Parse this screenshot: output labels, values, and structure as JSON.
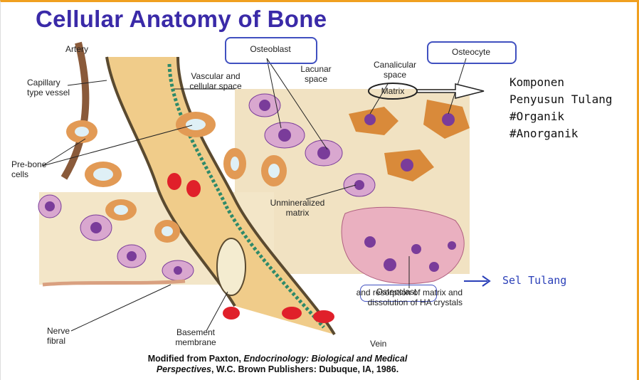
{
  "title": "Cellular Anatomy of Bone",
  "labels": {
    "artery": "Artery",
    "capillary": "Capillary type vessel",
    "vascular_space": "Vascular and cellular space",
    "osteoblast": "Osteoblast",
    "lacunar": "Lacunar space",
    "canalicular": "Canalicular space",
    "osteocyte": "Osteocyte",
    "matrix": "Matrix",
    "pre_bone": "Pre-bone cells",
    "unmineralized": "Unmineralized matrix",
    "osteoclast": "Osteoclast",
    "osteoclast_rest": "and resorption of matrix and dissolution of HA crystals",
    "nerve": "Nerve fibral",
    "basement": "Basement membrane",
    "vein": "Vein"
  },
  "annotations": {
    "komponen_1": "Komponen",
    "komponen_2": "Penyusun Tulang",
    "komponen_3": "#Organik",
    "komponen_4": "#Anorganik",
    "sel_tulang": "Sel Tulang"
  },
  "caption": {
    "line1_a": "Modified from Paxton, ",
    "line1_b": "Endocrinology: Biological and Medical",
    "line2_a": "Perspectives",
    "line2_b": ", W.C. Brown Publishers: Dubuque, IA, 1986."
  },
  "colors": {
    "title": "#3a2aa8",
    "vessel_fill": "#f0cc8a",
    "bone_matrix": "#f1e2c2",
    "osteoblast_cell": "#d9a7cf",
    "nucleus": "#7a3c9a",
    "osteocyte": "#d98a3a",
    "red_cell": "#e0202a",
    "pen_blue": "#2a3fb8"
  }
}
